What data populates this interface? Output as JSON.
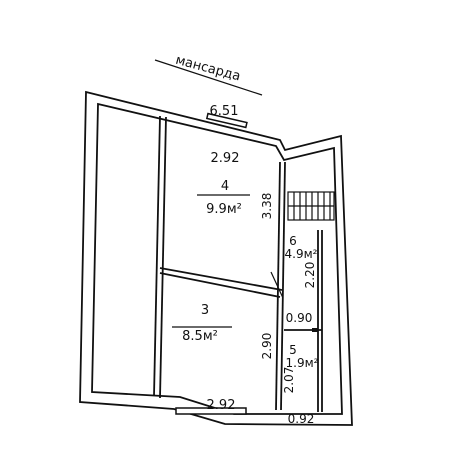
{
  "plan": {
    "floor_label": "мансарда",
    "labels": {
      "top_width": "6.51",
      "room4_width": "2.92",
      "room4_depth": "3.38",
      "bottom_width": "2.92",
      "room3_depth": "2.90",
      "corridor_width": "0.90",
      "room6_length": "2.20",
      "room5_length": "2.07",
      "room5_width": "0.92"
    },
    "rooms": [
      {
        "number": "4",
        "area": "9.9м²"
      },
      {
        "number": "3",
        "area": "8.5м²"
      },
      {
        "number": "6",
        "area": "4.9м²"
      },
      {
        "number": "5",
        "area": "1.9м²"
      }
    ]
  }
}
